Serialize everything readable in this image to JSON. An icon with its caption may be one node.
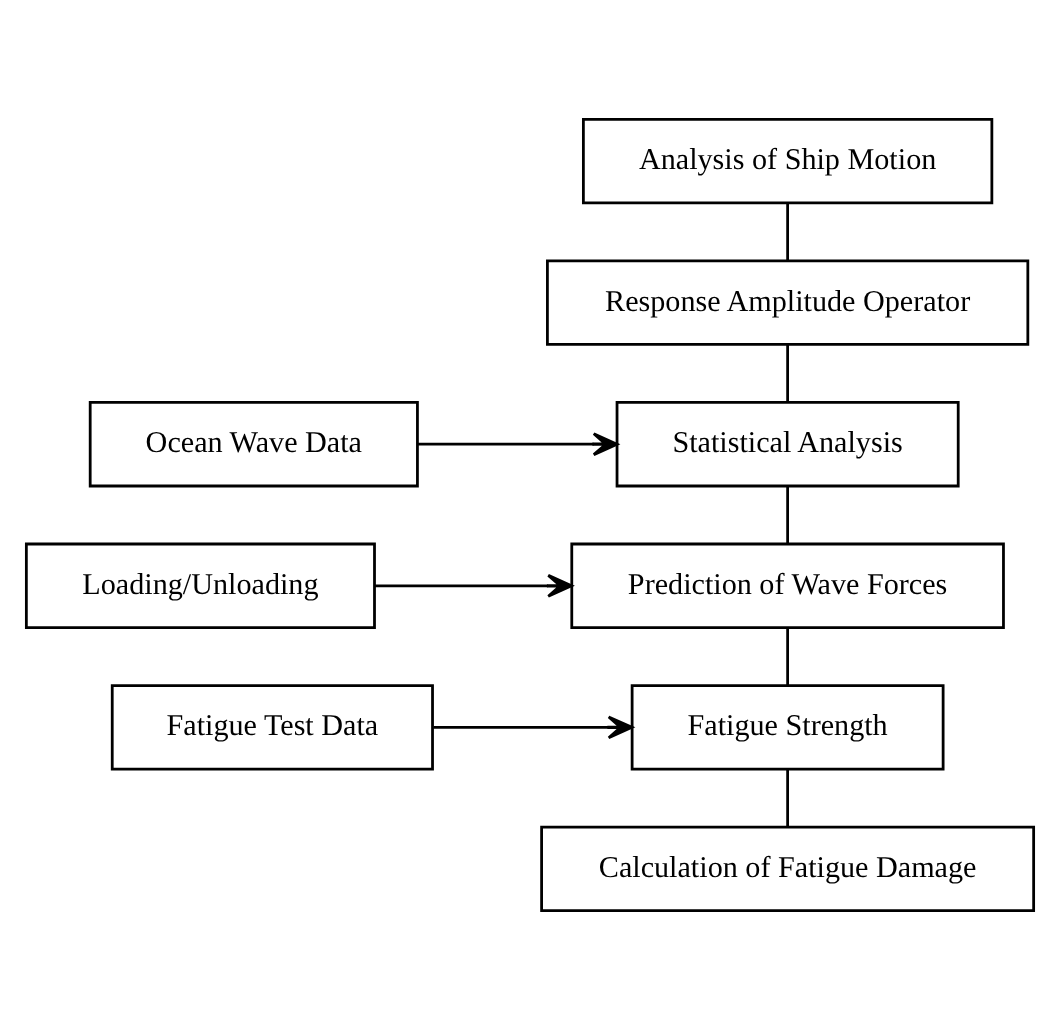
{
  "diagram": {
    "nodes": [
      {
        "text": [
          "Analysis of Ship Motion"
        ]
      },
      {
        "text": [
          "Response Amplitude Operator"
        ]
      },
      {
        "text": [
          "Statistical Analysis"
        ]
      },
      {
        "text": [
          "Prediction of Wave Forces"
        ]
      },
      {
        "text": [
          "Fatigue Strength"
        ]
      },
      {
        "text": [
          "Calculation of Fatigue Damage"
        ]
      },
      {
        "text": [
          "Ocean Wave Data"
        ]
      },
      {
        "text": [
          "Loading/Unloading"
        ]
      },
      {
        "text": [
          "Fatigue Test Data"
        ]
      }
    ],
    "edges": [
      {
        "from": 0,
        "to": 1,
        "arrow": "none"
      },
      {
        "from": 1,
        "to": 2,
        "arrow": "none"
      },
      {
        "from": 2,
        "to": 3,
        "arrow": "none"
      },
      {
        "from": 3,
        "to": 4,
        "arrow": "none"
      },
      {
        "from": 4,
        "to": 5,
        "arrow": "none"
      },
      {
        "from": 6,
        "to": 2,
        "arrow": "to"
      },
      {
        "from": 7,
        "to": 3,
        "arrow": "to"
      },
      {
        "from": 8,
        "to": 4,
        "arrow": "to"
      }
    ]
  }
}
